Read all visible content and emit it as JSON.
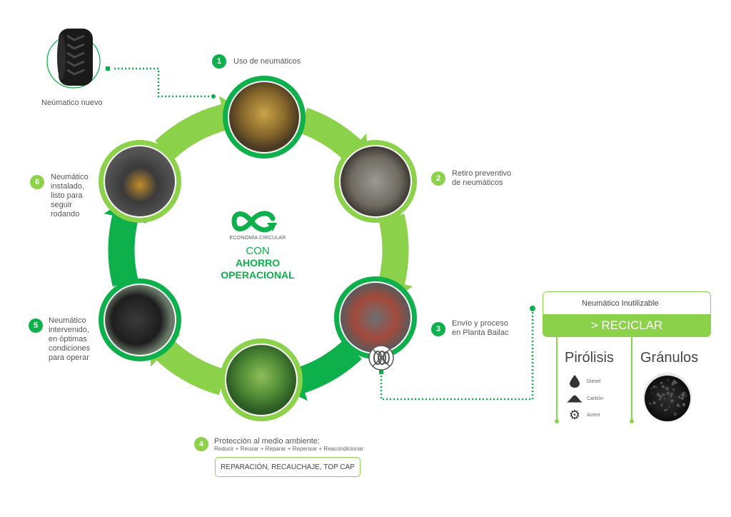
{
  "title": {
    "eco_label": "ECONOMÍA CIRCULAR",
    "con": "CON",
    "line1": "AHORRO",
    "line2": "OPERACIONAL"
  },
  "new_tire": {
    "label": "Neúmatico nuevo",
    "icon": "tire-icon"
  },
  "steps": [
    {
      "number": "1",
      "label": "Uso de neumáticos",
      "photo": "mining-truck-photo",
      "badge_color": "#0db04b"
    },
    {
      "number": "2",
      "label_lines": [
        "Retiro preventivo",
        "de neumáticos"
      ],
      "photo": "tire-removal-photo",
      "badge_color": "#8bd14a"
    },
    {
      "number": "3",
      "label_lines": [
        "Envío y proceso",
        "en Planta Bailac"
      ],
      "photo": "plant-processing-photo",
      "badge_color": "#0db04b"
    },
    {
      "number": "4",
      "label": "Protección al medio ambiente:",
      "sub": "Reducir +  Reusar + Reparar + Repensar +  Reacondicionar",
      "button": "REPARACIÓN, RECAUCHAJE, TOP CAP",
      "photo": "plant-in-hands-photo",
      "badge_color": "#8bd14a"
    },
    {
      "number": "5",
      "label_lines": [
        "Neumático",
        "intervenido,",
        "en óptimas",
        "condiciones",
        "para operar"
      ],
      "photo": "tire-row-photo",
      "badge_color": "#0db04b"
    },
    {
      "number": "6",
      "label_lines": [
        "Neumático",
        "instalado,",
        "listo para",
        "seguir",
        "rodando"
      ],
      "photo": "installed-tires-photo",
      "badge_color": "#8bd14a"
    }
  ],
  "recycle": {
    "card_title": "Neumático Inutilizable",
    "button": "> RECICLAR",
    "pyrolysis": {
      "title": "Pirólisis",
      "items": [
        {
          "label": "Diesel",
          "icon": "drop-icon"
        },
        {
          "label": "Carbón",
          "icon": "pile-icon"
        },
        {
          "label": "Acero",
          "icon": "gear-icon"
        }
      ]
    },
    "granules": {
      "title": "Gránulos",
      "icon": "granules-photo"
    }
  },
  "colors": {
    "dark_green": "#0db04b",
    "light_green": "#8bd14a",
    "text": "#444444"
  }
}
